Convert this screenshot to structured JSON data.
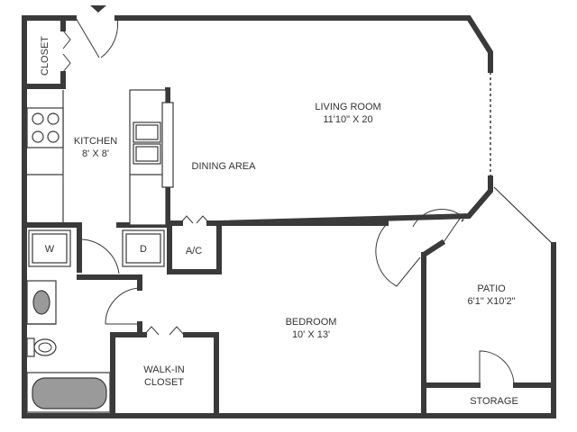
{
  "rooms": {
    "closet": {
      "name": "CLOSET"
    },
    "kitchen": {
      "name": "KITCHEN",
      "size": "8' X 8'"
    },
    "dining": {
      "name": "DINING AREA"
    },
    "living": {
      "name": "LIVING ROOM",
      "size": "11'10\" X 20"
    },
    "bedroom": {
      "name": "BEDROOM",
      "size": "10' X 13'"
    },
    "walkin": {
      "name": "WALK-IN",
      "name2": "CLOSET"
    },
    "patio": {
      "name": "PATIO",
      "size": "6'1\" X10'2\""
    },
    "storage": {
      "name": "STORAGE"
    }
  },
  "fixtures": {
    "washer": "W",
    "dryer": "D",
    "ac": "A/C"
  }
}
